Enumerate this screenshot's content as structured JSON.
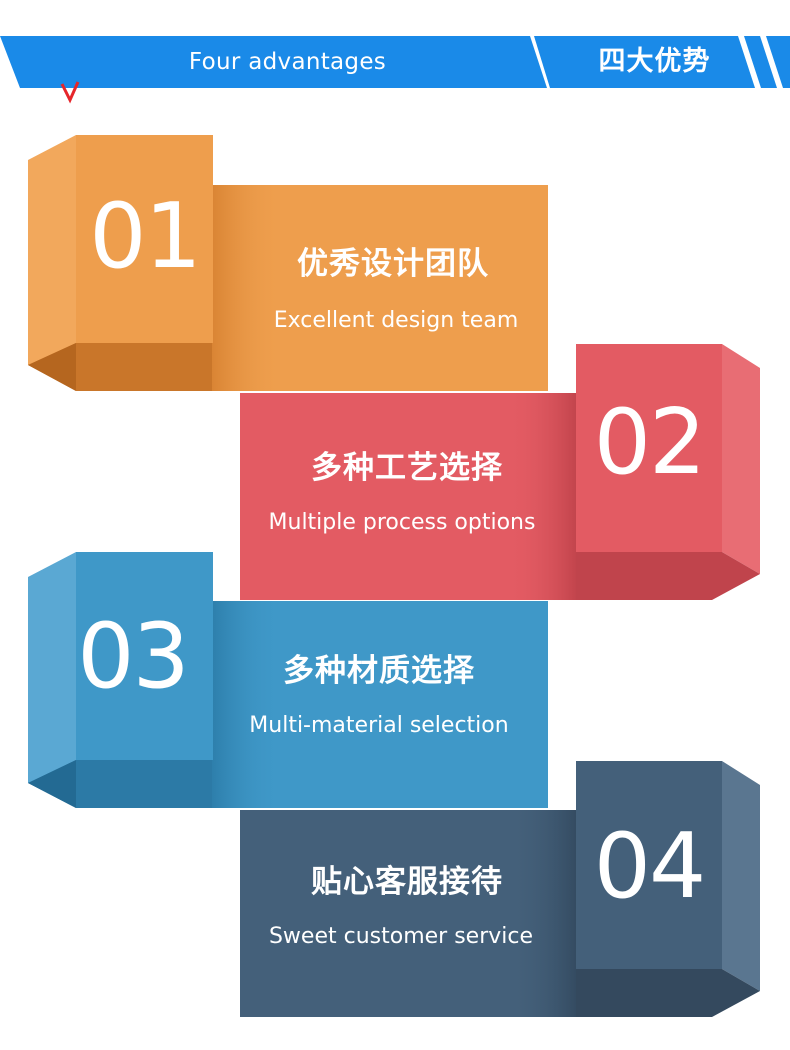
{
  "header": {
    "title_en": "Four advantages",
    "title_cn": "四大优势"
  },
  "colors": {
    "banner": "#1a8ae8",
    "orange": "#ee9e4d",
    "red": "#e35b63",
    "blue": "#3f98c8",
    "slate": "#44607a",
    "accent_check": "#e6262b"
  },
  "items": [
    {
      "number": "01",
      "title_cn": "优秀设计团队",
      "title_en": "Excellent design team"
    },
    {
      "number": "02",
      "title_cn": "多种工艺选择",
      "title_en": "Multiple process options"
    },
    {
      "number": "03",
      "title_cn": "多种材质选择",
      "title_en": "Multi-material selection"
    },
    {
      "number": "04",
      "title_cn": "贴心客服接待",
      "title_en": "Sweet customer service"
    }
  ]
}
